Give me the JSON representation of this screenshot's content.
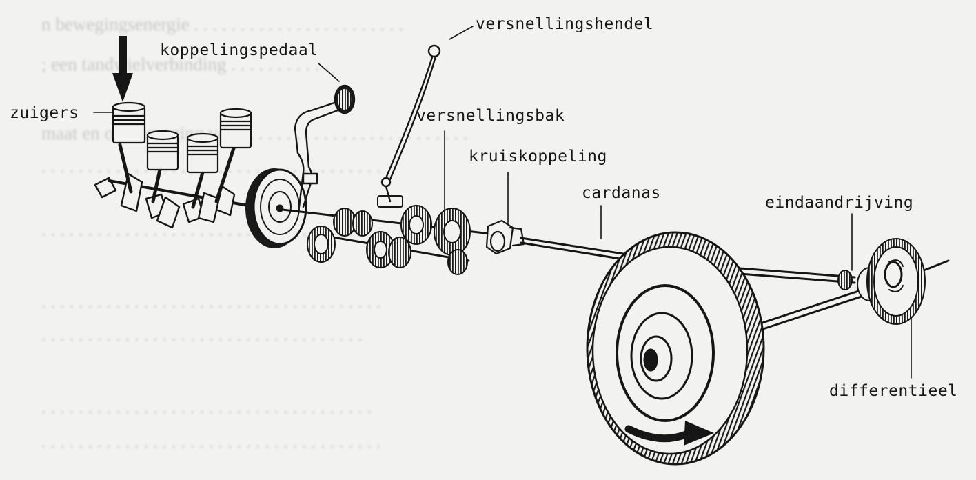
{
  "labels": {
    "zuigers": "zuigers",
    "koppelingspedaal": "koppelingspedaal",
    "versnellingshendel": "versnellingshendel",
    "versnellingsbak": "versnellingsbak",
    "kruiskoppeling": "kruiskoppeling",
    "cardanas": "cardanas",
    "eindaandrijving": "eindaandrijving",
    "differentieel": "differentieel"
  },
  "colors": {
    "ink": "#161616",
    "paper": "#f2f2f0",
    "show_through": "#b9b9b7"
  }
}
